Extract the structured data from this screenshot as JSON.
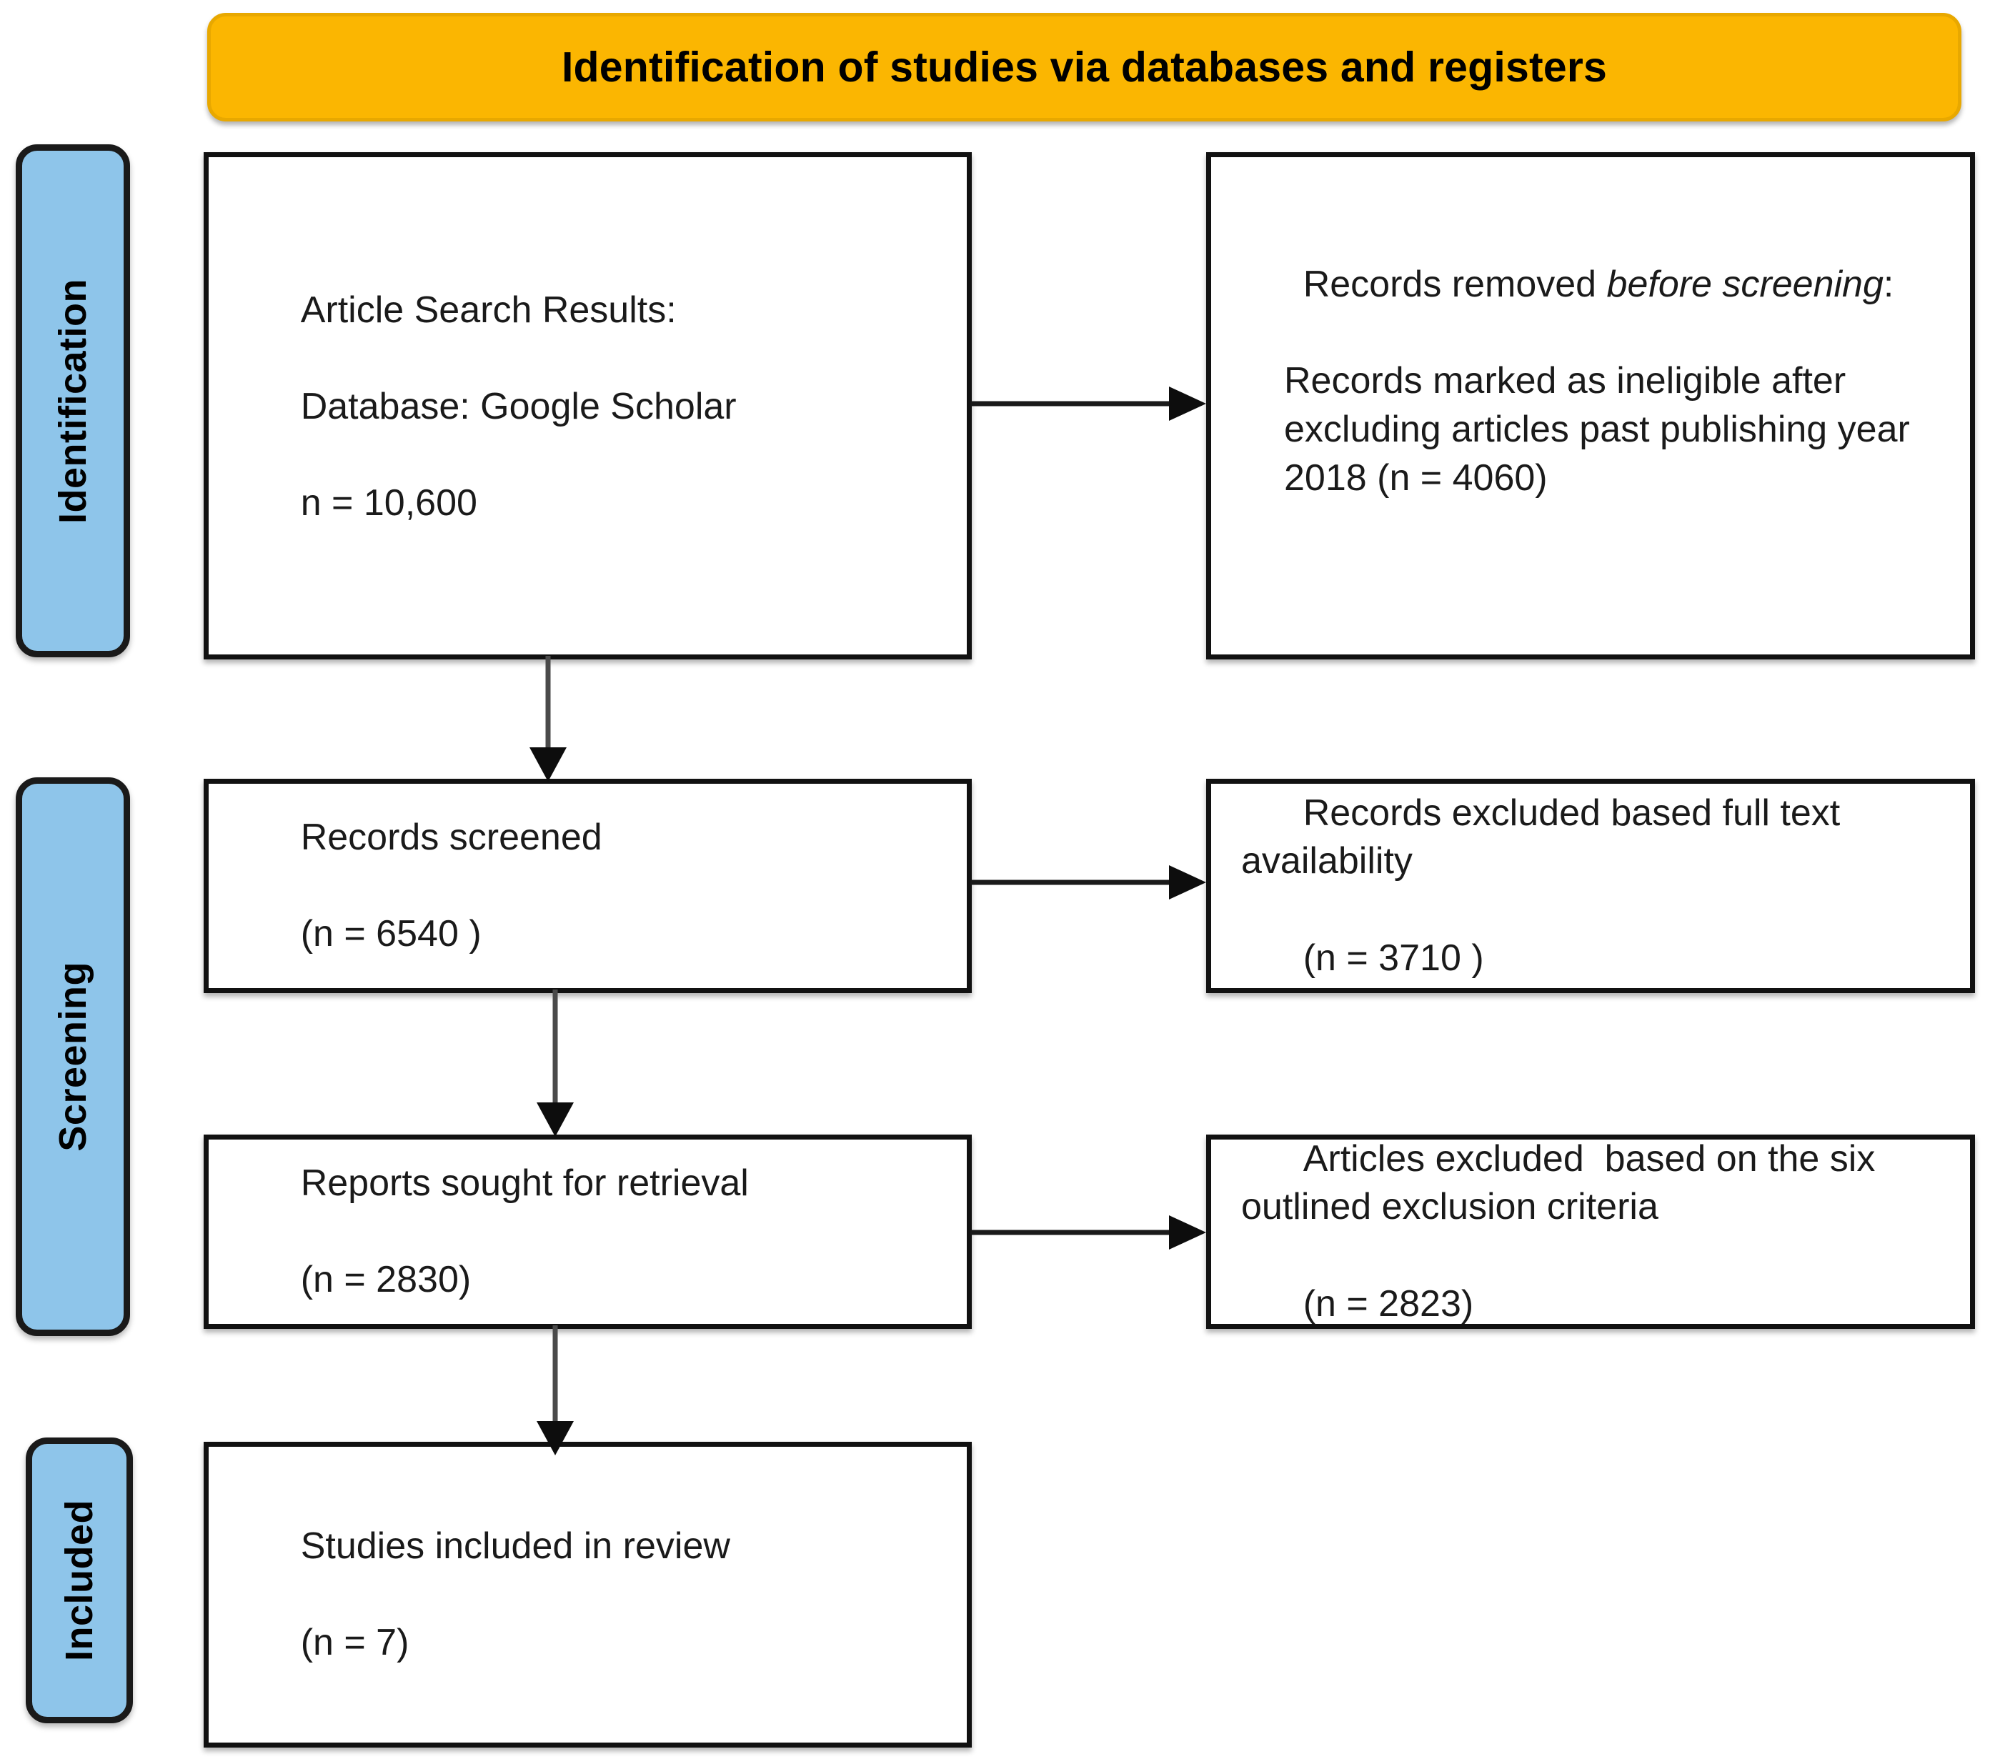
{
  "header": {
    "title": "Identification of studies via databases and registers",
    "color": "#fbb601"
  },
  "stages": [
    {
      "id": "identification",
      "label": "Identification",
      "color": "#8ec5ea"
    },
    {
      "id": "screening",
      "label": "Screening",
      "color": "#8ec5ea"
    },
    {
      "id": "included",
      "label": "Included",
      "color": "#8ec5ea"
    }
  ],
  "boxes": {
    "search_results": {
      "line1": "Article Search Results:",
      "line2": "Database: Google Scholar",
      "line3": "n = 10,600"
    },
    "records_removed": {
      "lead_plain": "Records removed ",
      "lead_italic": "before screening",
      "lead_colon": ":",
      "detail": "Records marked as ineligible after excluding articles past publishing year 2018 (n = 4060)"
    },
    "records_screened": {
      "line1": "Records screened",
      "line2": "(n = 6540 )"
    },
    "records_excluded": {
      "line1": "Records excluded based full text availability",
      "line2": "(n = 3710 )"
    },
    "reports_sought": {
      "line1": "Reports sought for retrieval",
      "line2": "(n = 2830)"
    },
    "articles_excluded": {
      "line1": "Articles excluded  based on the six outlined exclusion criteria",
      "line2": "(n = 2823)"
    },
    "studies_included": {
      "line1": "Studies included in review",
      "line2": "(n = 7)"
    }
  },
  "connectors": [
    {
      "id": "search-to-removed",
      "direction": "right",
      "from": "search_results",
      "to": "records_removed"
    },
    {
      "id": "search-to-screened",
      "direction": "down",
      "from": "search_results",
      "to": "records_screened"
    },
    {
      "id": "screened-to-excluded",
      "direction": "right",
      "from": "records_screened",
      "to": "records_excluded"
    },
    {
      "id": "screened-to-sought",
      "direction": "down",
      "from": "records_screened",
      "to": "reports_sought"
    },
    {
      "id": "sought-to-articles",
      "direction": "right",
      "from": "reports_sought",
      "to": "articles_excluded"
    },
    {
      "id": "sought-to-included",
      "direction": "down",
      "from": "reports_sought",
      "to": "studies_included"
    }
  ]
}
